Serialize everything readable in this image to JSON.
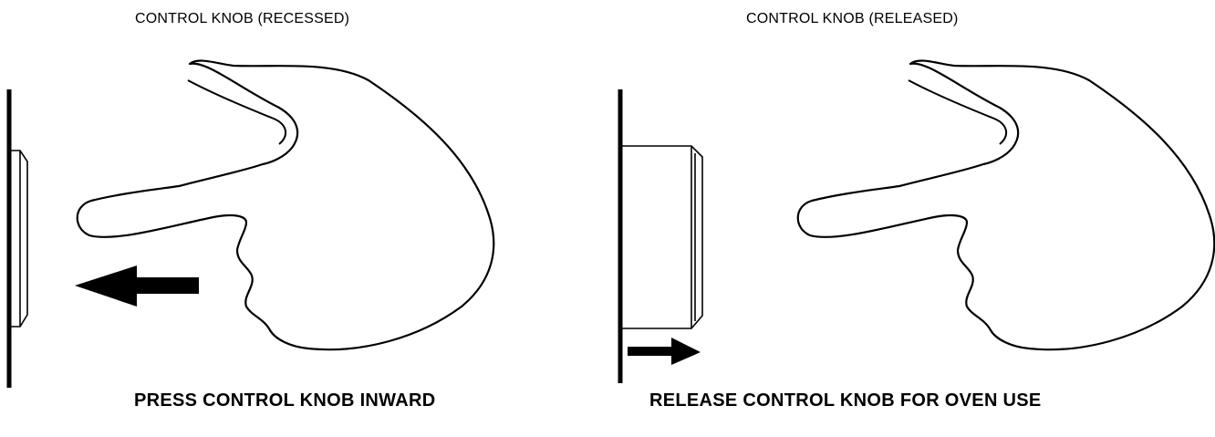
{
  "panels": [
    {
      "state_label": "CONTROL KNOB (RECESSED)",
      "caption": "PRESS CONTROL KNOB INWARD"
    },
    {
      "state_label": "CONTROL KNOB (RELEASED)",
      "caption": "RELEASE CONTROL KNOB FOR OVEN USE"
    }
  ],
  "colors": {
    "ink": "#000000",
    "background": "#ffffff"
  },
  "icons": [
    "pointing-hand",
    "arrow-left",
    "arrow-right"
  ]
}
